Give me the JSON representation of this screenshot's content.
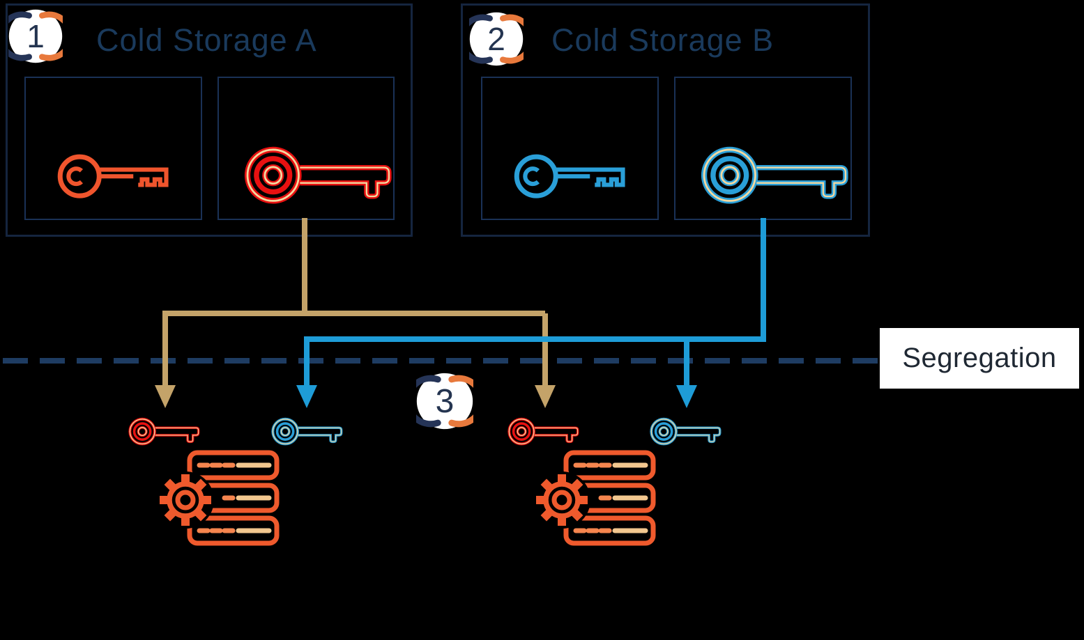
{
  "colors": {
    "bg": "#000000",
    "boxBorder": "#15253f",
    "slotBorder": "#1a3156",
    "title": "#1a3a5c",
    "badgeNavy": "#253457",
    "badgeOrange": "#e8793c",
    "badgeNum": "#243450",
    "keyOrange": "#f0552d",
    "keyRed": "#e81111",
    "keyBlue": "#2a9fd8",
    "cream": "#f3d9a0",
    "tan": "#c4a369",
    "blueLine": "#1e9cd7",
    "dash": "#1e3c62",
    "server": "#ef5a2d",
    "serverDash": "#f5854e",
    "serverLine": "#f2c78f",
    "segBg": "#ffffff",
    "segText": "#1f2833"
  },
  "badges": [
    {
      "number": "1"
    },
    {
      "number": "2"
    },
    {
      "number": "3"
    }
  ],
  "storages": [
    {
      "title": "Cold Storage A",
      "badge": "1",
      "keys": [
        {
          "name": "operator-key",
          "color": "#f0552d"
        },
        {
          "name": "master-key",
          "color": "#e81111"
        }
      ]
    },
    {
      "title": "Cold Storage B",
      "badge": "2",
      "keys": [
        {
          "name": "operator-key",
          "color": "#2a9fd8"
        },
        {
          "name": "master-key",
          "color": "#2a9fd8"
        }
      ]
    }
  ],
  "segregation": {
    "label": "Segregation"
  },
  "distributed_keys": [
    {
      "cluster": 1,
      "color": "#e81111"
    },
    {
      "cluster": 1,
      "color": "#2a9fd8"
    },
    {
      "cluster": 2,
      "color": "#e81111"
    },
    {
      "cluster": 2,
      "color": "#2a9fd8"
    }
  ],
  "server_clusters": [
    {
      "cluster": 1
    },
    {
      "cluster": 2
    }
  ]
}
